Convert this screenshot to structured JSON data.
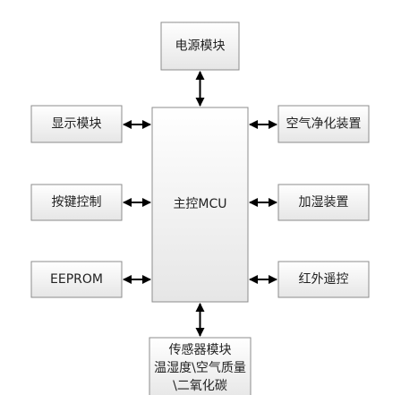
{
  "blocks": {
    "power": "电源模块",
    "display": "显示模块",
    "keys": "按键控制",
    "eeprom": "EEPROM",
    "mcu": "主控MCU",
    "purifier": "空气净化装置",
    "humidifier": "加湿装置",
    "infrared": "红外遥控",
    "sensor": {
      "line1": "传感器模块",
      "line2": "温湿度\\空气质量",
      "line3": "\\二氧化碳"
    }
  },
  "colors": {
    "box_top": "#ffffff",
    "box_bottom": "#e9e9e9",
    "border": "#8c8c8c",
    "arrow": "#000000"
  }
}
